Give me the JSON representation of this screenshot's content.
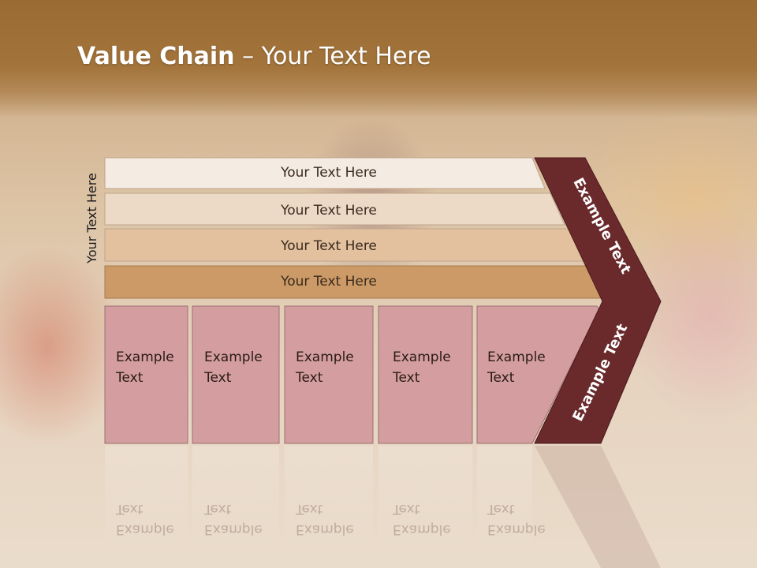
{
  "slide": {
    "title_bold": "Value Chain",
    "title_rest": "– Your Text Here",
    "side_label": "Your Text Here"
  },
  "rows": [
    {
      "label": "Your Text Here",
      "color": "#f4ebe2"
    },
    {
      "label": "Your Text Here",
      "color": "#ecd9c6"
    },
    {
      "label": "Your Text Here",
      "color": "#e3c19f"
    },
    {
      "label": "Your Text Here",
      "color": "#cc9a66"
    }
  ],
  "boxes": [
    {
      "label": "Example Text"
    },
    {
      "label": "Example Text"
    },
    {
      "label": "Example Text"
    },
    {
      "label": "Example Text"
    },
    {
      "label": "Example Text"
    }
  ],
  "chevron": {
    "top_label": "Example Text",
    "bottom_label": "Example Text",
    "color": "#6a2a2c"
  },
  "colors": {
    "box_fill": "#d49ea0",
    "header": "#9a6c34"
  }
}
